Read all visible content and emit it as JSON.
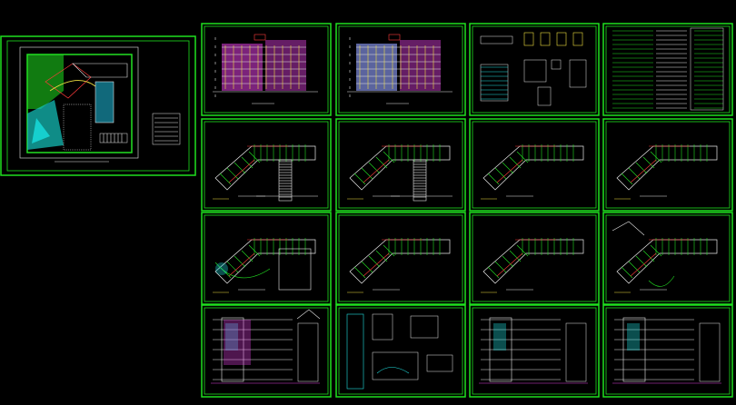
{
  "view": {
    "background": "#000000",
    "frame_color": "#1fe01f",
    "accent_colors": [
      "#ff3b3b",
      "#20e0e0",
      "#f0e040",
      "#e040e0",
      "#e8e8e8"
    ]
  },
  "sheets": [
    {
      "id": "site-plan",
      "kind": "site-plan"
    },
    {
      "id": "elevation-1",
      "kind": "elevation-color"
    },
    {
      "id": "elevation-2",
      "kind": "elevation-color"
    },
    {
      "id": "details-1",
      "kind": "details"
    },
    {
      "id": "notes",
      "kind": "notes-table"
    },
    {
      "id": "plan-1",
      "kind": "floor-plan-hatched"
    },
    {
      "id": "plan-2",
      "kind": "floor-plan-hatched"
    },
    {
      "id": "plan-3",
      "kind": "floor-plan"
    },
    {
      "id": "plan-4",
      "kind": "floor-plan"
    },
    {
      "id": "plan-5",
      "kind": "floor-plan-curved"
    },
    {
      "id": "plan-6",
      "kind": "floor-plan"
    },
    {
      "id": "plan-7",
      "kind": "floor-plan"
    },
    {
      "id": "plan-8",
      "kind": "floor-plan-roof"
    },
    {
      "id": "section-1",
      "kind": "section"
    },
    {
      "id": "details-2",
      "kind": "details"
    },
    {
      "id": "section-2",
      "kind": "section"
    },
    {
      "id": "section-3",
      "kind": "section"
    }
  ]
}
